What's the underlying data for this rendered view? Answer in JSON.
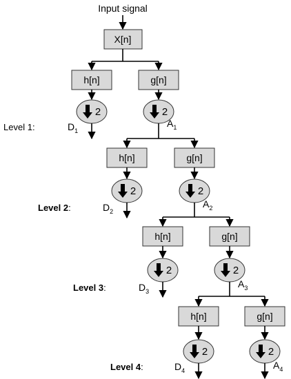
{
  "input_label": "Input signal",
  "root_label": "X[n]",
  "downsample_factor": "2",
  "colors": {
    "box_fill": "#d9d9d9",
    "stroke": "#333333",
    "line": "#000000"
  },
  "stages": [
    {
      "low_label": "h[n]",
      "high_label": "g[n]",
      "level_word": "Level",
      "level_num": "1",
      "level_colon": ":",
      "level_bold": false,
      "detail_letter": "D",
      "detail_index": "1",
      "approx_letter": "A",
      "approx_index": "1"
    },
    {
      "low_label": "h[n]",
      "high_label": "g[n]",
      "level_word": "Level",
      "level_num": "2",
      "level_colon": ":",
      "level_bold": true,
      "detail_letter": "D",
      "detail_index": "2",
      "approx_letter": "A",
      "approx_index": "2"
    },
    {
      "low_label": "h[n]",
      "high_label": "g[n]",
      "level_word": "Level",
      "level_num": "3",
      "level_colon": ":",
      "level_bold": true,
      "detail_letter": "D",
      "detail_index": "3",
      "approx_letter": "A",
      "approx_index": "3"
    },
    {
      "low_label": "h[n]",
      "high_label": "g[n]",
      "level_word": "Level",
      "level_num": "4",
      "level_colon": ":",
      "level_bold": true,
      "detail_letter": "D",
      "detail_index": "4",
      "approx_letter": "A",
      "approx_index": "4"
    }
  ]
}
